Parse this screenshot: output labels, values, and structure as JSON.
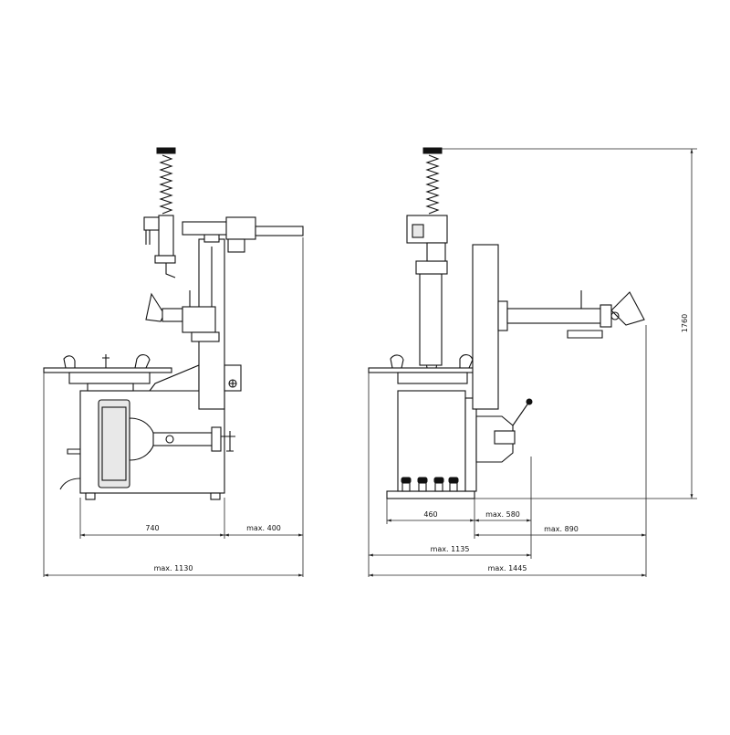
{
  "colors": {
    "line": "#111111",
    "fill": "#ffffff",
    "shade": "#e8e8e8"
  },
  "dimensions": {
    "left": {
      "d740": "740",
      "max400": "max. 400",
      "max1130": "max. 1130"
    },
    "right": {
      "d460": "460",
      "max580": "max. 580",
      "max890": "max. 890",
      "max1135": "max. 1135",
      "max1445": "max. 1445",
      "h1760": "1760"
    }
  }
}
